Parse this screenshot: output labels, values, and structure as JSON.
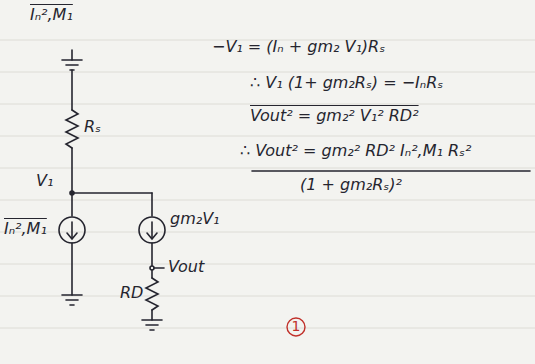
{
  "diagram": {
    "labels": [
      "Iₙ²,M₁",
      "−V₁ = (Iₙ + gm₂ V₁)Rₛ",
      "∴ V₁ (1+ gm₂Rₛ) = −IₙRₛ",
      "Vout² = gm₂² V₁² RD²",
      "∴ Vout² = gm₂² RD² Iₙ²,M₁ Rₛ²",
      "(1 + gm₂Rₛ)²",
      "1",
      "Rₛ",
      "V₁",
      "Iₙ²,M₁",
      "gm₂V₁",
      "Vout",
      "RD"
    ]
  }
}
